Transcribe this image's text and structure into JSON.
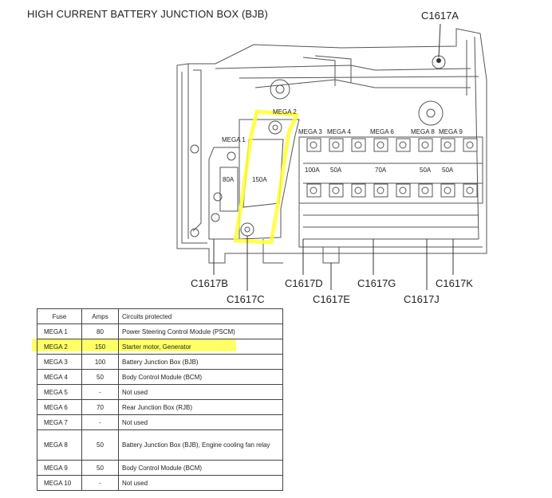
{
  "title": "HIGH CURRENT BATTERY JUNCTION BOX (BJB)",
  "connectors": {
    "a": "C1617A",
    "b": "C1617B",
    "c": "C1617C",
    "d": "C1617D",
    "e": "C1617E",
    "g": "C1617G",
    "j": "C1617J",
    "k": "C1617K"
  },
  "fuse_labels": {
    "mega1": "MEGA 1",
    "mega2": "MEGA 2",
    "mega3": "MEGA 3",
    "mega4": "MEGA 4",
    "mega6": "MEGA 6",
    "mega8": "MEGA 8",
    "mega9": "MEGA 9"
  },
  "fuse_ratings": {
    "mega1": "80A",
    "mega2": "150A",
    "mega3": "100A",
    "mega4": "50A",
    "mega6": "70A",
    "mega8": "50A",
    "mega9": "50A"
  },
  "table": {
    "headers": [
      "Fuse",
      "Amps",
      "Circuits protected"
    ],
    "rows": [
      {
        "fuse": "MEGA 1",
        "amps": "80",
        "circuits": "Power Steering Control Module (PSCM)"
      },
      {
        "fuse": "MEGA 2",
        "amps": "150",
        "circuits": "Starter motor, Generator"
      },
      {
        "fuse": "MEGA 3",
        "amps": "100",
        "circuits": "Battery Junction Box (BJB)"
      },
      {
        "fuse": "MEGA 4",
        "amps": "50",
        "circuits": "Body Control Module (BCM)"
      },
      {
        "fuse": "MEGA 5",
        "amps": "-",
        "circuits": "Not used"
      },
      {
        "fuse": "MEGA 6",
        "amps": "70",
        "circuits": "Rear Junction Box (RJB)"
      },
      {
        "fuse": "MEGA 7",
        "amps": "-",
        "circuits": "Not used"
      },
      {
        "fuse": "MEGA 8",
        "amps": "50",
        "circuits": "Battery Junction Box (BJB), Engine cooling fan relay"
      },
      {
        "fuse": "MEGA 9",
        "amps": "50",
        "circuits": "Body Control Module (BCM)"
      },
      {
        "fuse": "MEGA 10",
        "amps": "-",
        "circuits": "Not used"
      }
    ]
  },
  "colors": {
    "highlight": "#ffff33",
    "line": "#555555"
  }
}
